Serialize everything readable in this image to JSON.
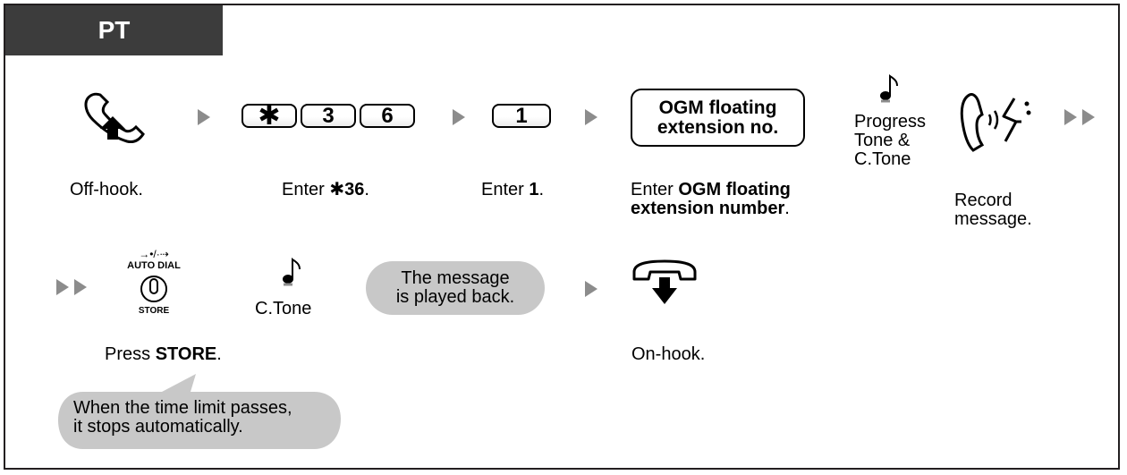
{
  "tab_label": "PT",
  "steps_row1": {
    "off_hook": "Off-hook.",
    "enter_code_prefix": "Enter ",
    "enter_code_star": "✱",
    "enter_code_digits": "36",
    "enter_code_suffix": ".",
    "keys": [
      "✱",
      "3",
      "6"
    ],
    "enter_one_prefix": "Enter ",
    "enter_one_bold": "1",
    "enter_one_suffix": ".",
    "key_one": "1",
    "ogm_box_line1": "OGM floating",
    "ogm_box_line2": "extension no.",
    "ogm_caption_prefix": "Enter ",
    "ogm_caption_bold1": "OGM floating",
    "ogm_caption_bold2": "extension number",
    "ogm_caption_suffix": ".",
    "progress_line1": "Progress",
    "progress_line2": "Tone &",
    "progress_line3": "C.Tone",
    "record_line1": "Record",
    "record_line2": "message."
  },
  "steps_row2": {
    "auto_dial_symbol": "→•/·⇢",
    "auto_dial_label": "AUTO DIAL",
    "store_label": "STORE",
    "ctone": "C.Tone",
    "played_back_line1": "The message",
    "played_back_line2": "is played back.",
    "press_prefix": "Press ",
    "press_bold": "STORE",
    "press_suffix": ".",
    "on_hook": "On-hook.",
    "note_line1": "When the time limit passes,",
    "note_line2": "it stops automatically."
  },
  "colors": {
    "tab_bg": "#3c3c3c",
    "arrow": "#8c8c8c",
    "bubble": "#c8c8c8"
  }
}
